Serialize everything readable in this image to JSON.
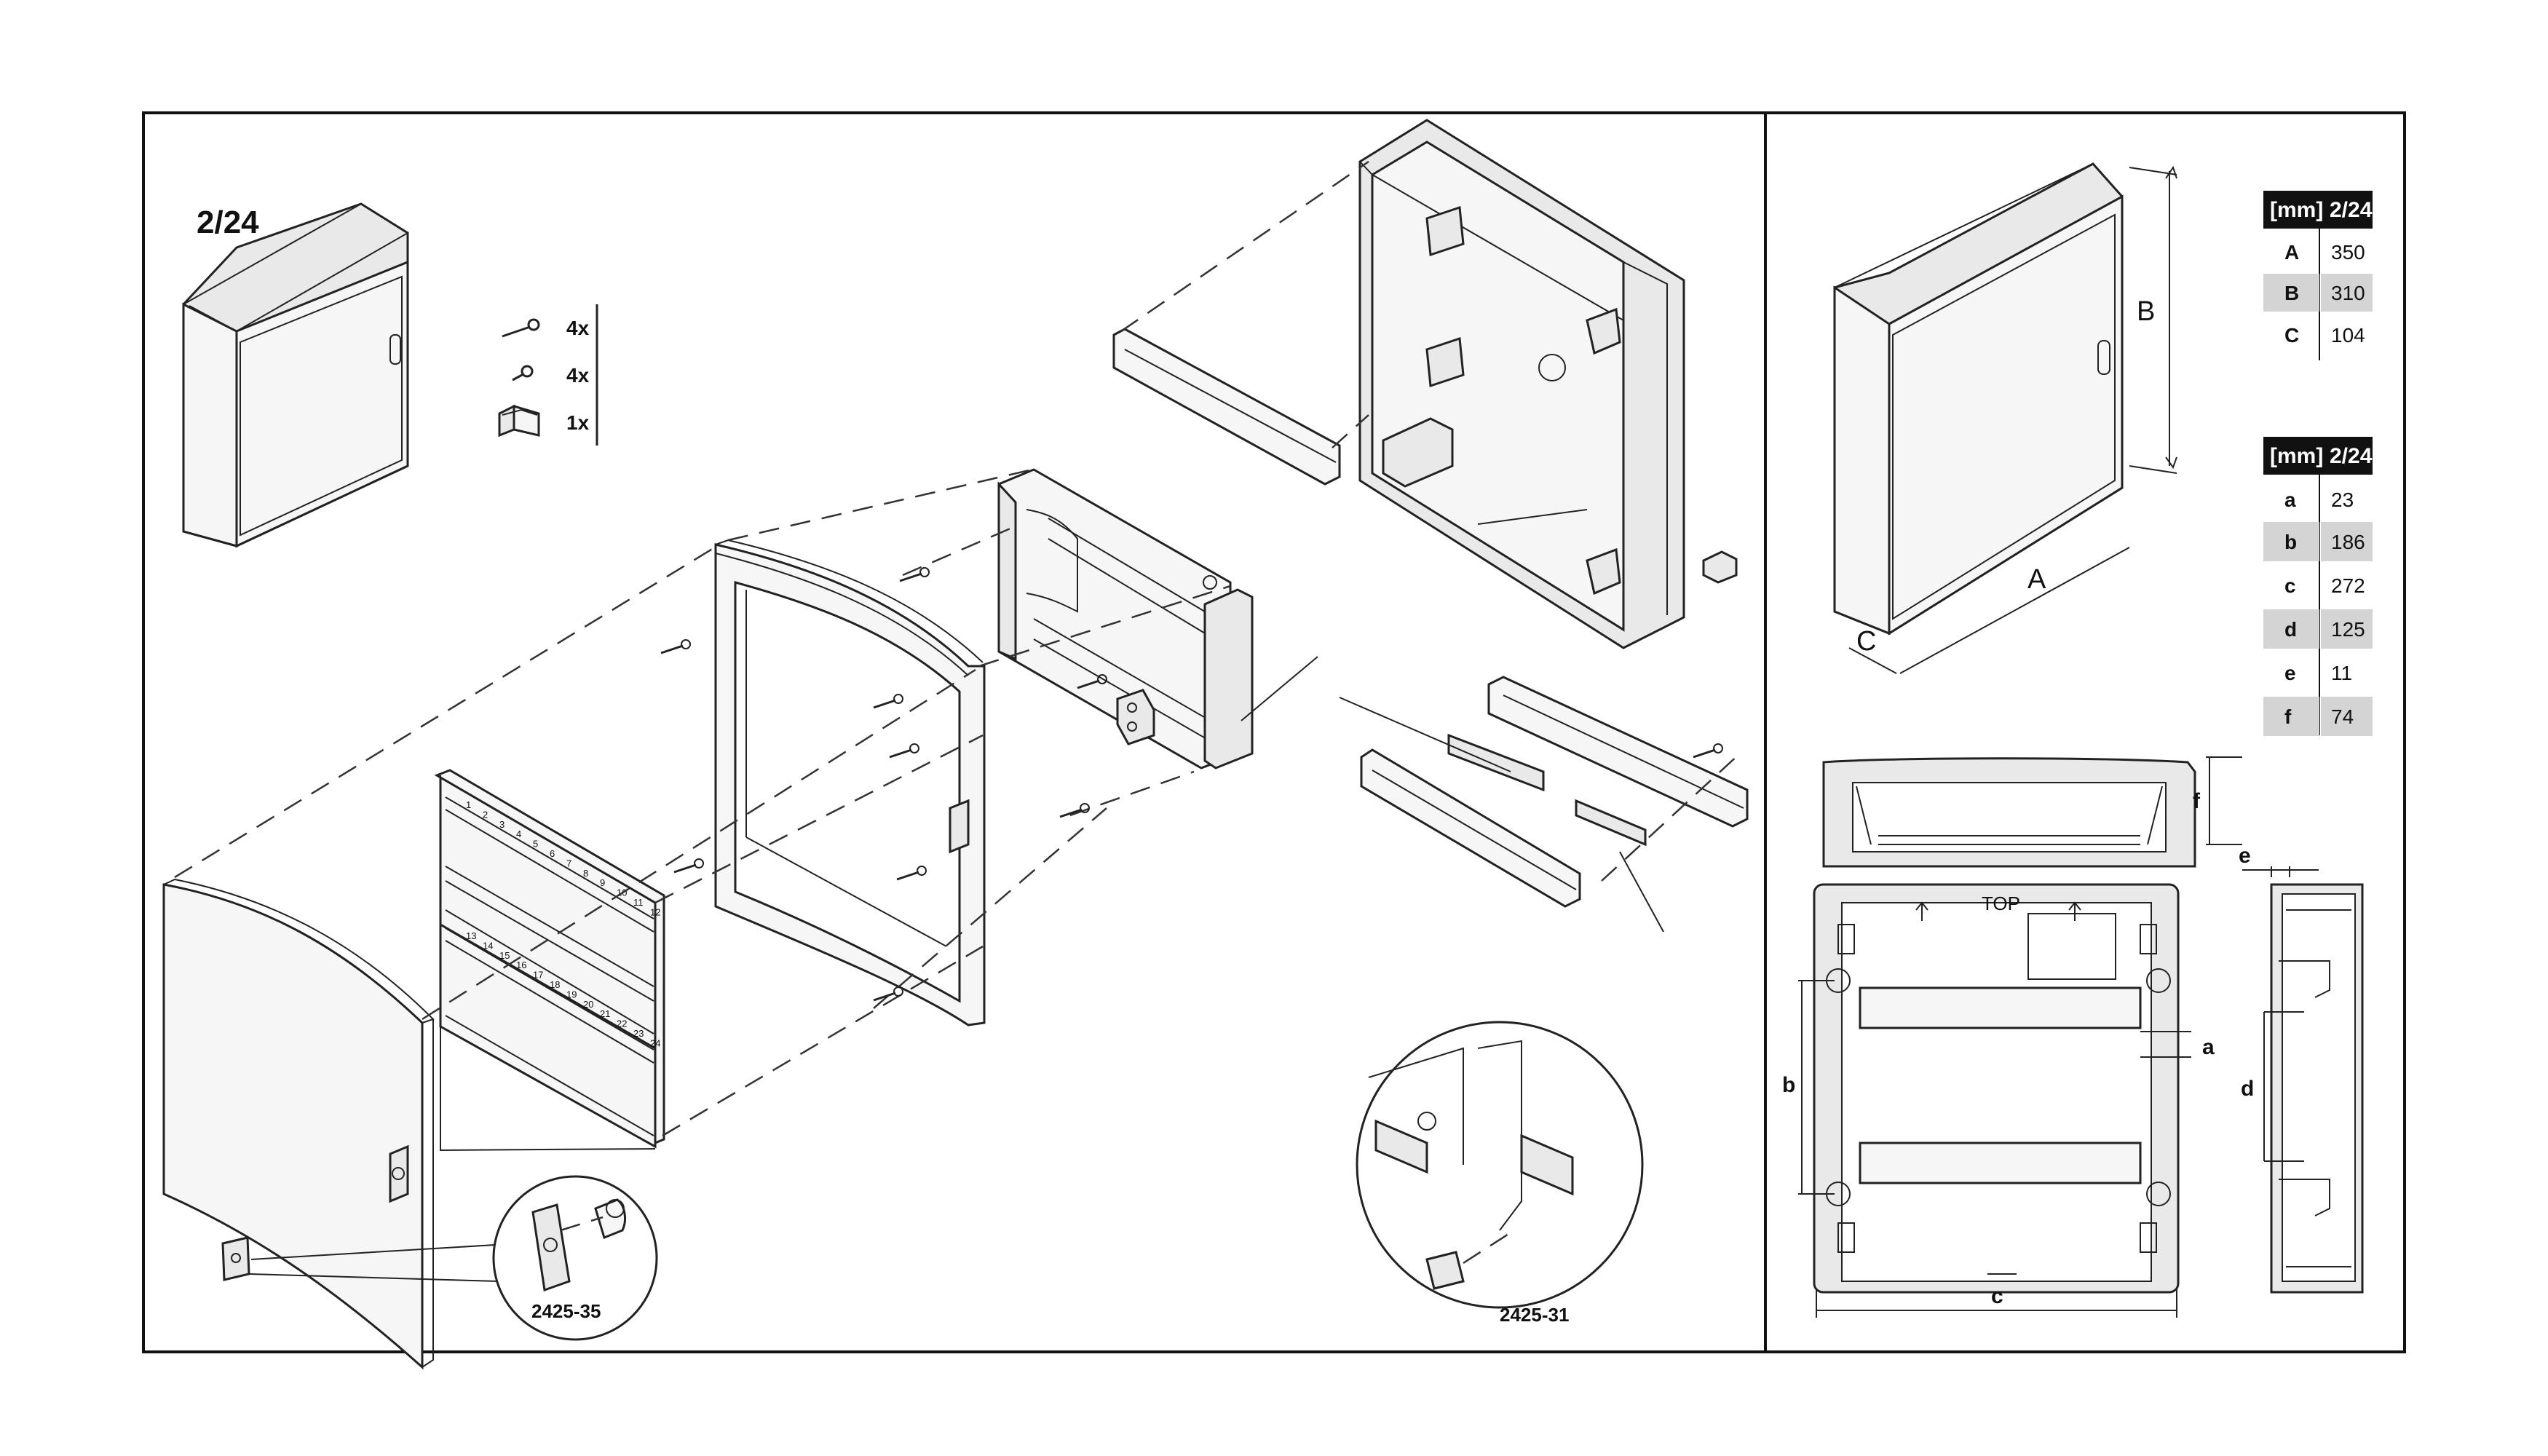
{
  "title": "2/24",
  "accessories": [
    {
      "qty": "4x",
      "icon": "long-screw-icon"
    },
    {
      "qty": "4x",
      "icon": "short-screw-icon"
    },
    {
      "qty": "1x",
      "icon": "clip-icon"
    }
  ],
  "part_numbers": {
    "lock_detail": "2425-35",
    "rail_clip_detail": "2425-31"
  },
  "dimension_labels": {
    "A": "A",
    "B": "B",
    "C": "C",
    "a": "a",
    "b": "b",
    "c": "c",
    "d": "d",
    "e": "e",
    "f": "f",
    "top": "TOP"
  },
  "table_outer": {
    "header": [
      "[mm]",
      "2/24"
    ],
    "rows": [
      {
        "key": "A",
        "value": "350",
        "shaded": false
      },
      {
        "key": "B",
        "value": "310",
        "shaded": true
      },
      {
        "key": "C",
        "value": "104",
        "shaded": false
      }
    ]
  },
  "table_inner": {
    "header": [
      "[mm]",
      "2/24"
    ],
    "rows": [
      {
        "key": "a",
        "value": "23",
        "shaded": false
      },
      {
        "key": "b",
        "value": "186",
        "shaded": true
      },
      {
        "key": "c",
        "value": "272",
        "shaded": false
      },
      {
        "key": "d",
        "value": "125",
        "shaded": true
      },
      {
        "key": "e",
        "value": "11",
        "shaded": false
      },
      {
        "key": "f",
        "value": "74",
        "shaded": true
      }
    ]
  },
  "module_numbers_top": [
    "1",
    "2",
    "3",
    "4",
    "5",
    "6",
    "7",
    "8",
    "9",
    "10",
    "11",
    "12"
  ],
  "module_numbers_bottom": [
    "13",
    "14",
    "15",
    "16",
    "17",
    "18",
    "19",
    "20",
    "21",
    "22",
    "23",
    "24"
  ]
}
